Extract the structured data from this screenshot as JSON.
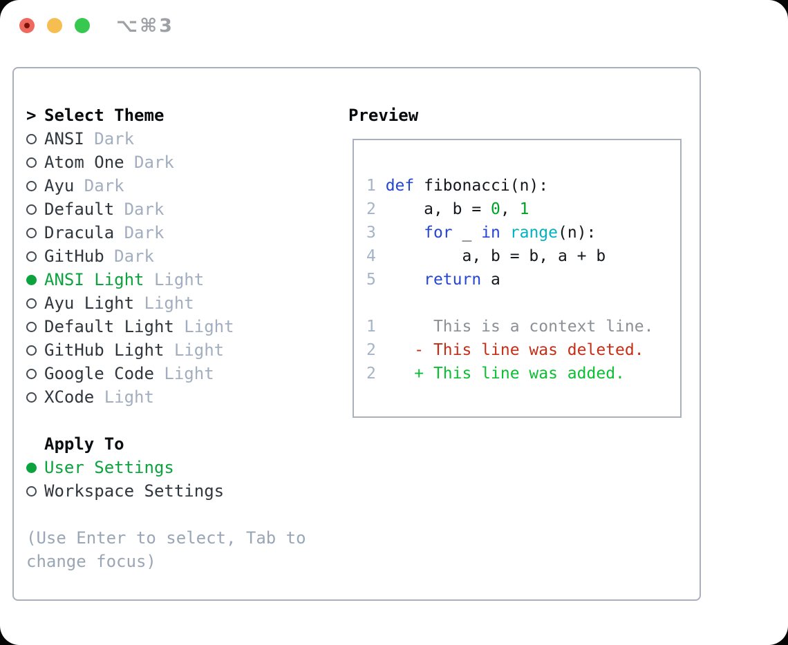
{
  "window": {
    "title": "⌥⌘3",
    "traffic_lights": [
      {
        "name": "close-button",
        "color": "#ee6a5f"
      },
      {
        "name": "minimize-button",
        "color": "#f6be50"
      },
      {
        "name": "zoom-button",
        "color": "#37c84f"
      }
    ]
  },
  "theme_panel": {
    "header": {
      "prompt": ">",
      "label": "Select Theme"
    },
    "themes": [
      {
        "name": "ANSI",
        "variant": "Dark",
        "selected": false
      },
      {
        "name": "Atom One",
        "variant": "Dark",
        "selected": false
      },
      {
        "name": "Ayu",
        "variant": "Dark",
        "selected": false
      },
      {
        "name": "Default",
        "variant": "Dark",
        "selected": false
      },
      {
        "name": "Dracula",
        "variant": "Dark",
        "selected": false
      },
      {
        "name": "GitHub",
        "variant": "Dark",
        "selected": false
      },
      {
        "name": "ANSI Light",
        "variant": "Light",
        "selected": true
      },
      {
        "name": "Ayu Light",
        "variant": "Light",
        "selected": false
      },
      {
        "name": "Default Light",
        "variant": "Light",
        "selected": false
      },
      {
        "name": "GitHub Light",
        "variant": "Light",
        "selected": false
      },
      {
        "name": "Google Code",
        "variant": "Light",
        "selected": false
      },
      {
        "name": "XCode",
        "variant": "Light",
        "selected": false
      }
    ],
    "apply_to": {
      "label": "Apply To",
      "options": [
        {
          "name": "User Settings",
          "selected": true
        },
        {
          "name": "Workspace Settings",
          "selected": false
        }
      ]
    },
    "hint": "(Use Enter to select, Tab to change focus)"
  },
  "preview": {
    "label": "Preview",
    "lines": [
      [
        {
          "t": "1 ",
          "c": "ln"
        },
        {
          "t": "def",
          "c": "kw"
        },
        {
          "t": " fibonacci(n):",
          "c": "pln"
        }
      ],
      [
        {
          "t": "2 ",
          "c": "ln"
        },
        {
          "t": "    a, b = ",
          "c": "pln"
        },
        {
          "t": "0",
          "c": "num"
        },
        {
          "t": ", ",
          "c": "pln"
        },
        {
          "t": "1",
          "c": "num"
        }
      ],
      [
        {
          "t": "3 ",
          "c": "ln"
        },
        {
          "t": "    ",
          "c": "pln"
        },
        {
          "t": "for",
          "c": "kw"
        },
        {
          "t": " _ ",
          "c": "pln"
        },
        {
          "t": "in",
          "c": "kw"
        },
        {
          "t": " ",
          "c": "pln"
        },
        {
          "t": "range",
          "c": "fn"
        },
        {
          "t": "(n):",
          "c": "pln"
        }
      ],
      [
        {
          "t": "4 ",
          "c": "ln"
        },
        {
          "t": "        a, b = b, a + b",
          "c": "pln"
        }
      ],
      [
        {
          "t": "5 ",
          "c": "ln"
        },
        {
          "t": "    ",
          "c": "pln"
        },
        {
          "t": "return",
          "c": "kw"
        },
        {
          "t": " a",
          "c": "pln"
        }
      ],
      [],
      [
        {
          "t": "1 ",
          "c": "ln"
        },
        {
          "t": "     This is a context line.",
          "c": "ctx"
        }
      ],
      [
        {
          "t": "2 ",
          "c": "ln"
        },
        {
          "t": "   - This line was deleted.",
          "c": "del"
        }
      ],
      [
        {
          "t": "2 ",
          "c": "ln"
        },
        {
          "t": "   + This line was added.",
          "c": "add"
        }
      ]
    ]
  },
  "colors": {
    "selection_green": "#0ca33e",
    "muted_gray": "#a2aebf",
    "keyword_blue": "#2546d2",
    "function_cyan": "#00b2c2",
    "number_green": "#00a224",
    "diff_deleted_red": "#c52e16",
    "diff_added_green": "#0cbe32",
    "line_number_gray": "#a4b3c7",
    "frame_border_gray": "#a8b0bb"
  }
}
